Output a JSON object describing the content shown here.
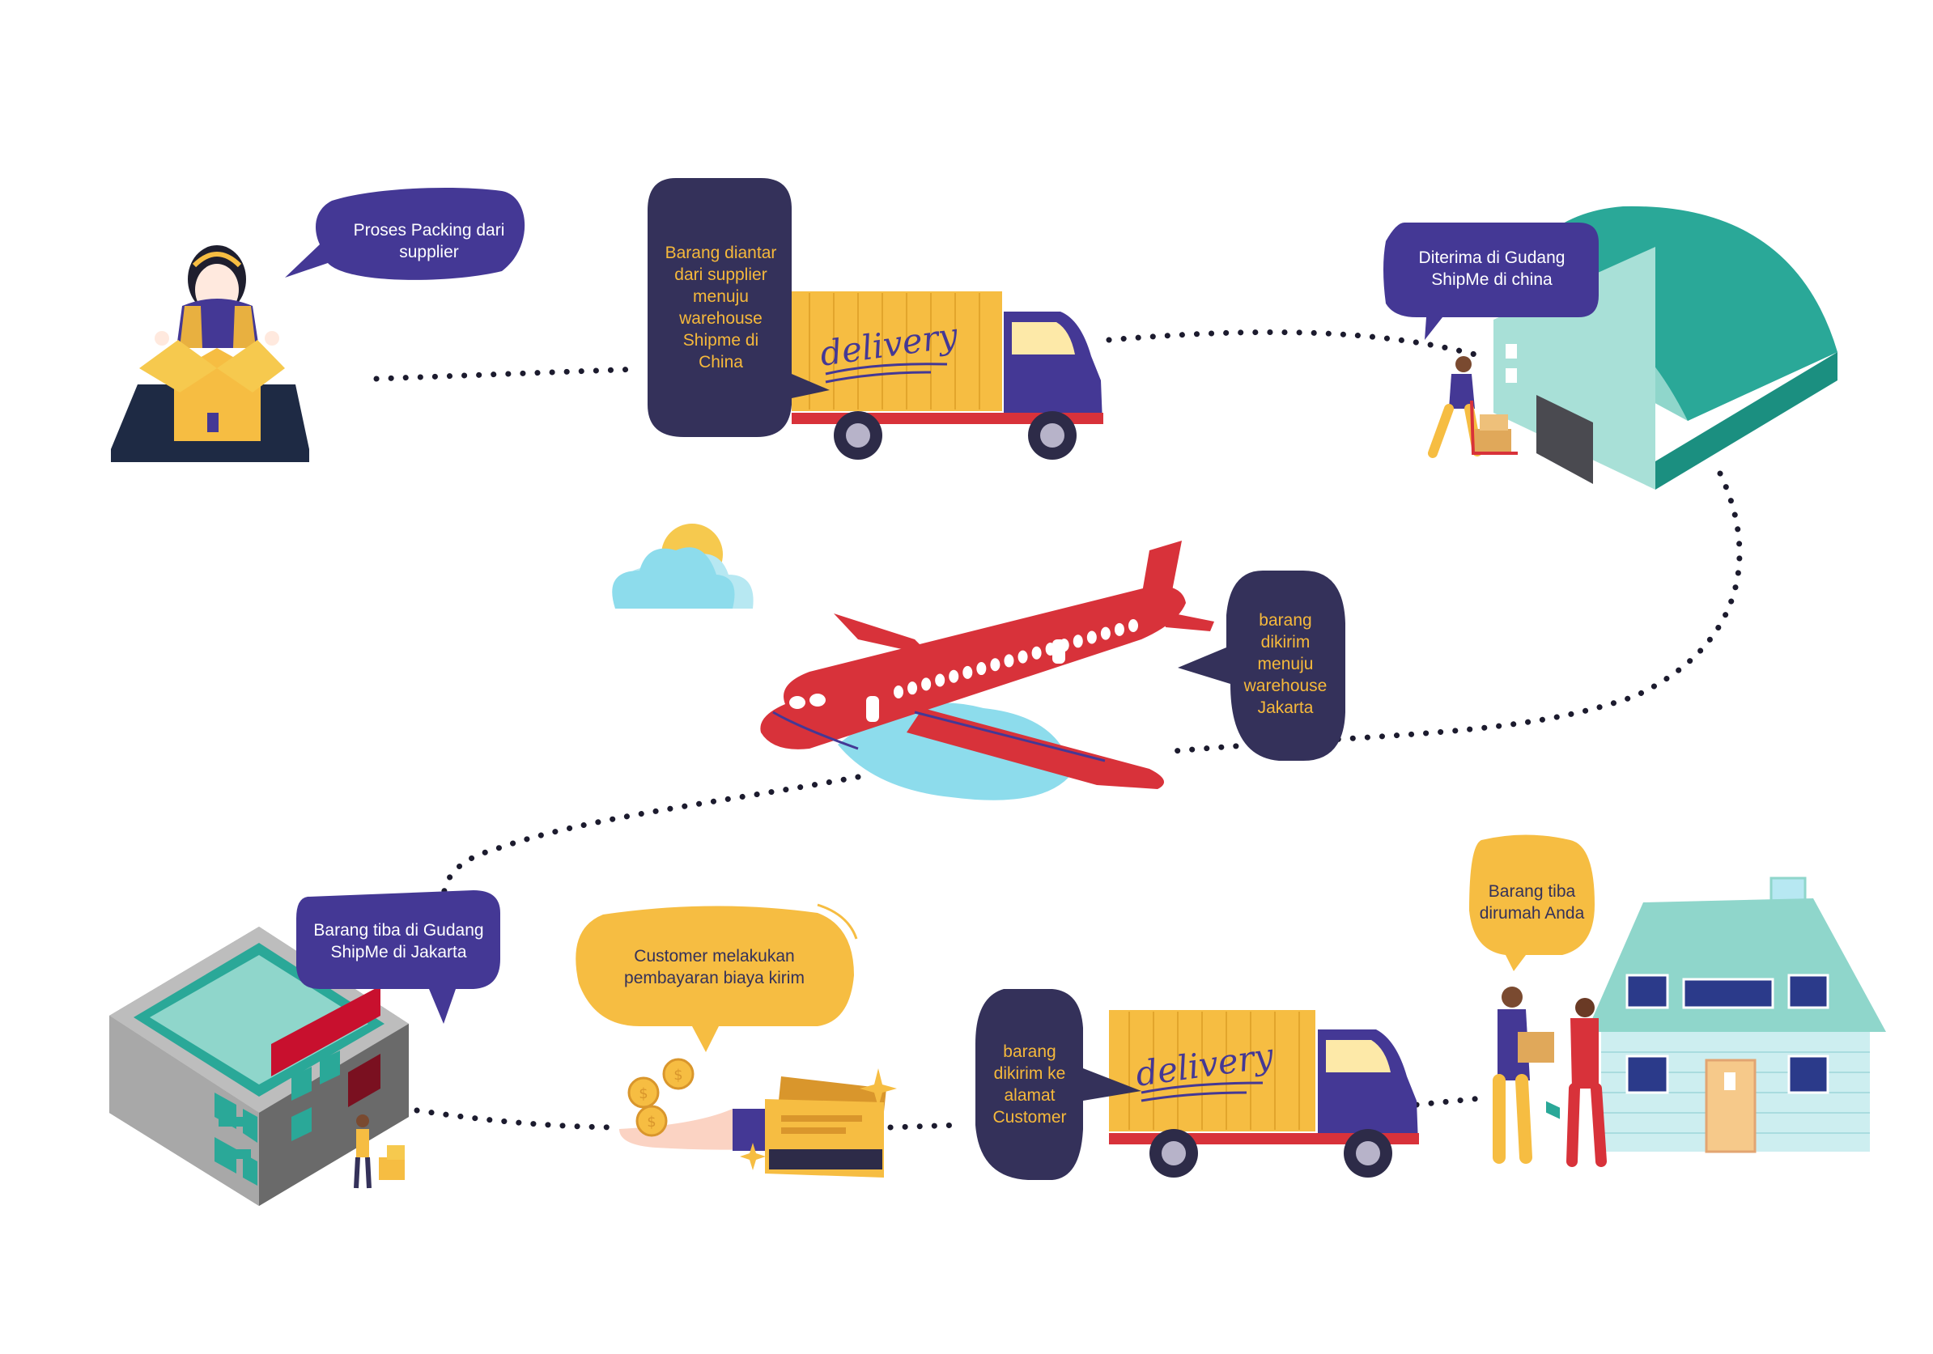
{
  "colors": {
    "purple": "#443895",
    "navy": "#34315a",
    "yellow": "#f6bd42",
    "teal": "#2aa898",
    "red": "#d8323a",
    "cloud": "#8ddcec",
    "dots": "#1c1b2e"
  },
  "steps": [
    {
      "id": "packing",
      "icon": "woman-packing-box-icon",
      "text": "Proses Packing dari supplier"
    },
    {
      "id": "truck1",
      "icon": "delivery-truck-icon",
      "text": "Barang diantar dari supplier menuju warehouse Shipme di China",
      "truck_label": "delivery"
    },
    {
      "id": "warehouse-china",
      "icon": "warehouse-icon",
      "text": "Diterima di Gudang ShipMe di china"
    },
    {
      "id": "flight",
      "icon": "airplane-icon",
      "text": "barang dikirim menuju warehouse Jakarta"
    },
    {
      "id": "warehouse-jakarta",
      "icon": "office-building-icon",
      "text": "Barang tiba di Gudang ShipMe di Jakarta"
    },
    {
      "id": "payment",
      "icon": "payment-hand-coins-cards-icon",
      "text": "Customer melakukan pembayaran biaya kirim"
    },
    {
      "id": "truck2",
      "icon": "delivery-truck-icon",
      "text": "barang dikirim ke alamat Customer",
      "truck_label": "delivery"
    },
    {
      "id": "home",
      "icon": "house-handover-icon",
      "text": "Barang tiba dirumah Anda"
    }
  ]
}
